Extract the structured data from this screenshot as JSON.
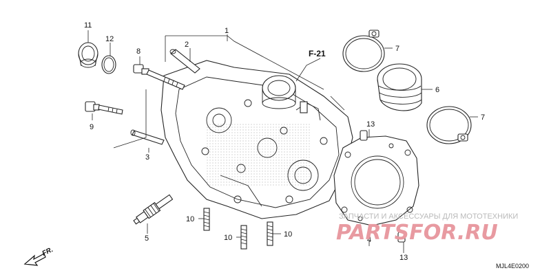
{
  "diagram": {
    "callouts": [
      "1",
      "2",
      "3",
      "4",
      "5",
      "6",
      "7",
      "7",
      "8",
      "9",
      "10",
      "10",
      "10",
      "11",
      "12",
      "13",
      "13"
    ],
    "ref_label": "F-21",
    "direction_label": "FR.",
    "diagram_code": "MJL4E0200"
  },
  "watermark": {
    "top_text": "ЗАПЧАСТИ И АКСЕССУАРЫ ДЛЯ МОТОТЕХНИКИ",
    "main_text": "PARTSFOR.RU"
  },
  "colors": {
    "line": "#222222",
    "watermark_red": "#e89aa1",
    "watermark_gray": "#b9b9b9"
  }
}
